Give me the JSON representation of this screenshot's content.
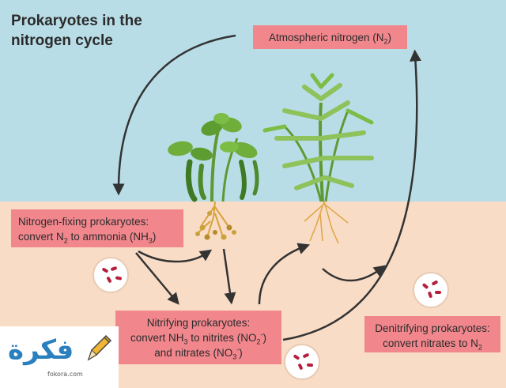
{
  "title": "Prokaryotes in the nitrogen cycle",
  "boxes": {
    "atmospheric": {
      "text": "Atmospheric nitrogen (N",
      "sub": "2",
      "tail": ")"
    },
    "fixing": {
      "line1": "Nitrogen-fixing prokaryotes:",
      "line2_a": "convert N",
      "line2_sub": "2",
      "line2_b": " to ammonia (NH",
      "line2_sub2": "3",
      "line2_c": ")"
    },
    "nitrifying": {
      "line1": "Nitrifying prokaryotes:",
      "line2_a": "convert NH",
      "line2_sub": "3",
      "line2_b": " to nitrites (NO",
      "line2_sub2": "2",
      "line2_sup2": "-",
      "line2_c": ")",
      "line3_a": "and nitrates (NO",
      "line3_sub": "3",
      "line3_sup": "-",
      "line3_c": ")"
    },
    "denitrifying": {
      "line1": "Denitrifying prokaryotes:",
      "line2_a": "convert nitrates to N",
      "line2_sub": "2"
    }
  },
  "logo": {
    "text": "فكرة",
    "sub": "fokora.com"
  },
  "colors": {
    "sky": "#b9dde7",
    "soil": "#f8dcc6",
    "box": "#f1878d",
    "arrow": "#333333",
    "leaf": "#6fae3b",
    "root": "#d8a23a",
    "bacteria": "#b51f3e"
  }
}
